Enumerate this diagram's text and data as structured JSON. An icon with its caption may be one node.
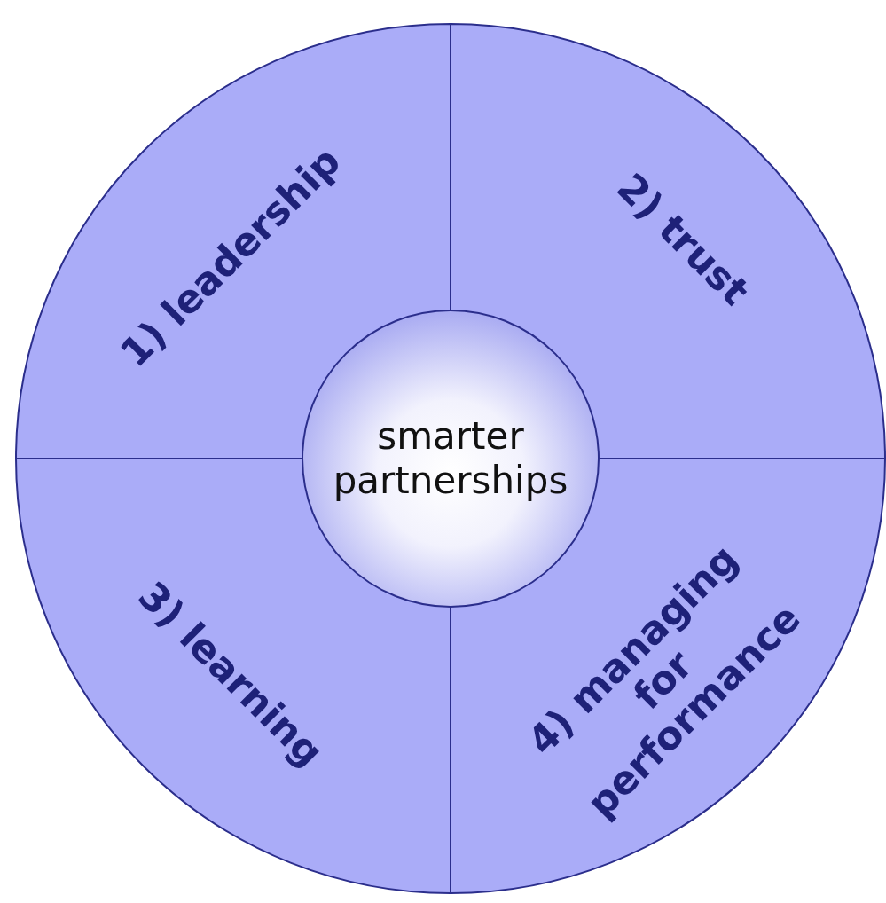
{
  "diagram": {
    "nodes": [
      {
        "text": [
          "1) leadership"
        ]
      },
      {
        "text": [
          "2) trust"
        ]
      },
      {
        "text": [
          "smarter partnerships"
        ]
      },
      {
        "text": [
          "3) learning"
        ]
      },
      {
        "text": [
          "4) managing for performance"
        ]
      }
    ]
  }
}
